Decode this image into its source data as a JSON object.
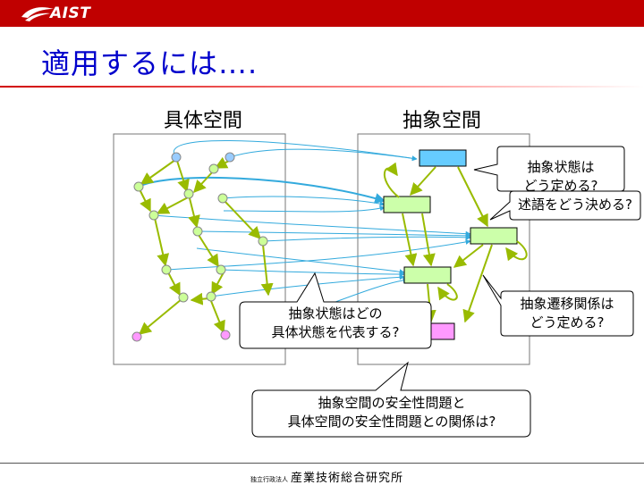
{
  "header": {
    "logo_text": "AIST",
    "brand_color": "#c00000"
  },
  "slide": {
    "title": "適用するには…."
  },
  "panels": {
    "concrete_heading": "具体空間",
    "abstract_heading": "抽象空間"
  },
  "callouts": {
    "abstract_state_line1": "抽象状態は",
    "abstract_state_line2": "どう定める?",
    "predicate": "述語をどう決める?",
    "transition_line1": "抽象遷移関係は",
    "transition_line2": "どう定める?",
    "representative_line1": "抽象状態はどの",
    "representative_line2": "具体状態を代表する?",
    "safety_line1": "抽象空間の安全性問題と",
    "safety_line2": "具体空間の安全性問題との関係は?"
  },
  "colors": {
    "concrete_node": "#ccff99",
    "initial_node": "#99ccff",
    "error_node": "#ff99ff",
    "transition_arrow": "#99bb00",
    "mapping_line": "#33aadd",
    "abstract_initial": "#66ccff",
    "abstract_state": "#ccffaa",
    "abstract_error": "#ff99ff"
  },
  "footer": {
    "org_prefix": "独立行政法人",
    "org_name": "産業技術総合研究所"
  }
}
